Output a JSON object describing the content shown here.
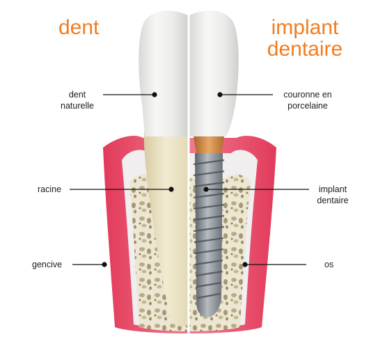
{
  "titles": {
    "left": "dent",
    "right_line1": "implant",
    "right_line2": "dentaire"
  },
  "labels": {
    "natural_tooth": [
      "dent",
      "naturelle"
    ],
    "root": "racine",
    "gum": "gencive",
    "crown": [
      "couronne en",
      "porcelaine"
    ],
    "implant": [
      "implant",
      "dentaire"
    ],
    "bone": "os"
  },
  "colors": {
    "title_orange": "#f07d22",
    "gum_pink": "#e8506a",
    "enamel": "#f2f2f0",
    "root_ivory": "#e9e2c4",
    "bone": "#d9cfb2",
    "implant_steel": "#8a9097",
    "abutment_gold": "#c8803a"
  }
}
